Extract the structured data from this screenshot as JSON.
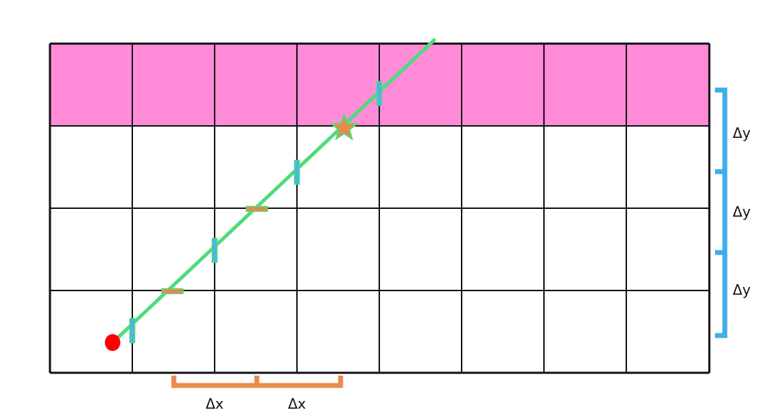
{
  "diagram": {
    "colors": {
      "highlight_band": "#ff8bd9",
      "grid_line": "#111111",
      "ray": "#4ddc7a",
      "start_dot": "#ff0000",
      "star": "#e98a4c",
      "x_crossing_mark": "#e8894c",
      "y_crossing_mark": "#4fb3e6",
      "delta_x_bracket": "#ec8a4e",
      "delta_y_bracket": "#3faee8"
    },
    "delta_x_labels": [
      "Δx",
      "Δx"
    ],
    "delta_y_labels": [
      "Δy",
      "Δy",
      "Δy"
    ]
  }
}
